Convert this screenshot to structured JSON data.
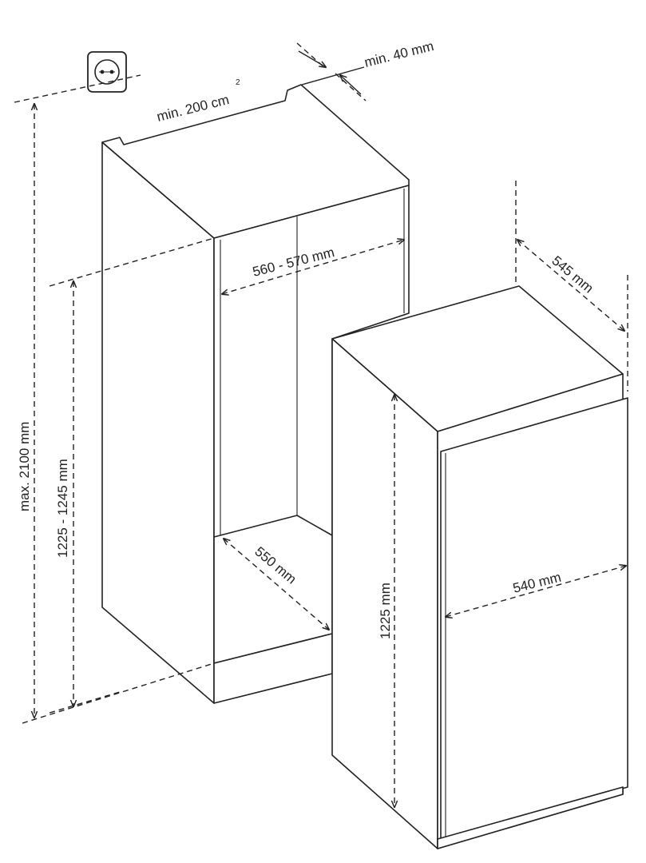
{
  "labels": {
    "ventilation_area": "min. 200 cm",
    "ventilation_area_sup": "2",
    "rear_gap": "min. 40 mm",
    "niche_width": "560 - 570 mm",
    "niche_depth": "550 mm",
    "niche_height": "1225 - 1245 mm",
    "max_height": "max. 2100 mm",
    "appliance_depth": "545 mm",
    "appliance_width": "540 mm",
    "appliance_height": "1225 mm"
  },
  "icons": {
    "socket": "power-socket-icon"
  }
}
